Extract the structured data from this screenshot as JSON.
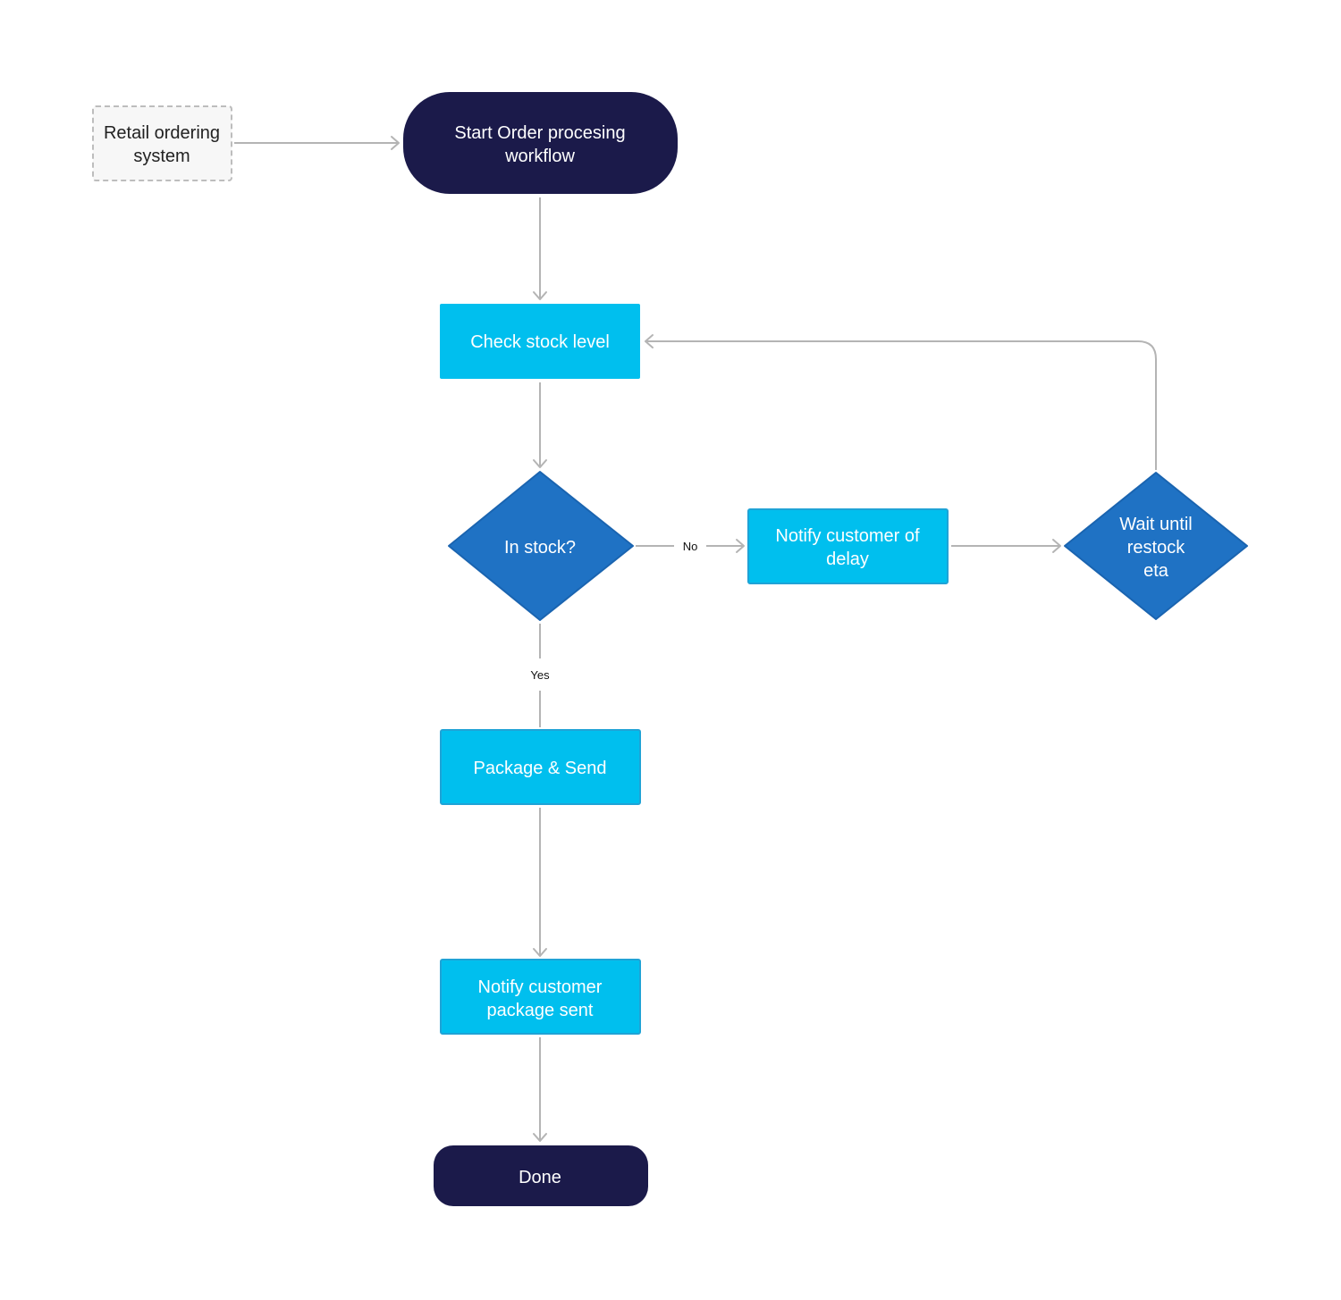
{
  "colors": {
    "terminal": "#1b1a4a",
    "process": "#00bfee",
    "process_border": "#1fa3d6",
    "decision": "#1f72c4",
    "decision_border": "#1a64b0",
    "external_border": "#bdbdbd",
    "edge": "#b4b4b4"
  },
  "nodes": {
    "external": {
      "lines": [
        "Retail ordering",
        "system"
      ]
    },
    "start": {
      "lines": [
        "Start Order procesing",
        "workflow"
      ]
    },
    "check_stock": {
      "lines": [
        "Check stock level"
      ]
    },
    "in_stock": {
      "lines": [
        "In stock?"
      ]
    },
    "notify_delay": {
      "lines": [
        "Notify customer of",
        "delay"
      ]
    },
    "wait_restock": {
      "lines": [
        "Wait until",
        "restock",
        "eta"
      ]
    },
    "package_send": {
      "lines": [
        "Package & Send"
      ]
    },
    "notify_sent": {
      "lines": [
        "Notify customer",
        "package sent"
      ]
    },
    "done": {
      "lines": [
        "Done"
      ]
    }
  },
  "edges": {
    "no_label": "No",
    "yes_label": "Yes"
  }
}
